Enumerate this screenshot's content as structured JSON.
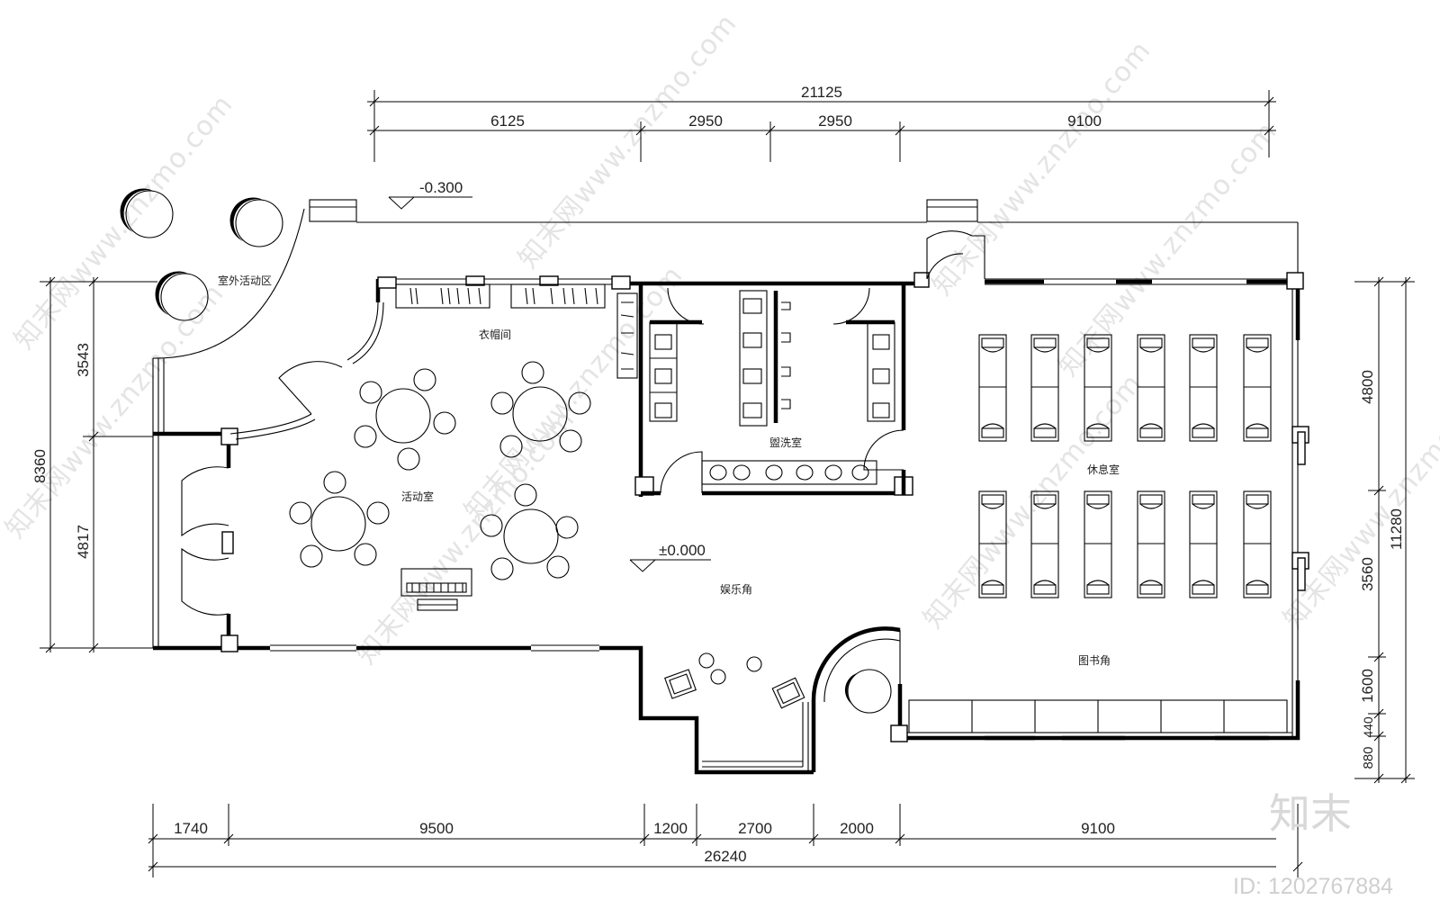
{
  "drawing": {
    "dimensions_top_total": "21125",
    "dimensions_top": [
      "6125",
      "2950",
      "2950",
      "9100"
    ],
    "dimensions_bottom": [
      "1740",
      "9500",
      "1200",
      "2700",
      "2000",
      "9100"
    ],
    "dimensions_bottom_total": "26240",
    "dimensions_left": [
      "3543",
      "4817"
    ],
    "dimensions_left_total": "8360",
    "dimensions_right": [
      "4800",
      "3560",
      "1600",
      "440",
      "880"
    ],
    "dimensions_right_total": "11280",
    "level_outdoor": "-0.300",
    "level_indoor": "±0.000",
    "rooms": {
      "outdoor": "室外活动区",
      "cloakroom": "衣帽间",
      "washroom": "盥洗室",
      "activity": "活动室",
      "rest": "休息室",
      "entertainment": "娱乐角",
      "library": "图书角"
    }
  },
  "watermark": {
    "text": "知末网www.znzmo.com",
    "brand": "知末",
    "id": "ID: 1202767884"
  }
}
